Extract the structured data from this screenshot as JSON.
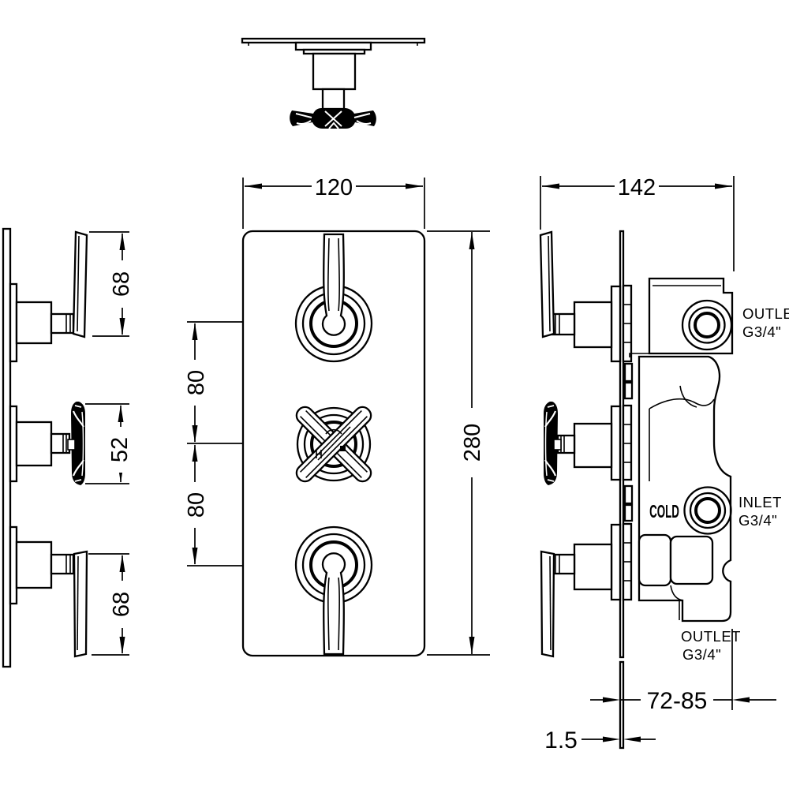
{
  "drawing": {
    "background": "#ffffff",
    "line_color": "#000000",
    "dims": {
      "plate_width": "120",
      "plate_height": "280",
      "overall_depth": "142",
      "top_handle": "68",
      "middle_handle": "52",
      "bottom_handle": "68",
      "spacing_upper": "80",
      "spacing_lower": "80",
      "install_depth": "72-85",
      "plate_thickness": "1.5"
    },
    "labels": {
      "outlet_top_1": "OUTLET",
      "outlet_top_2": "G3/4\"",
      "inlet_1": "INLET",
      "inlet_2": "G3/4\"",
      "outlet_bottom_1": "OUTLET",
      "outlet_bottom_2": "G3/4\"",
      "cold": "COLD"
    }
  }
}
